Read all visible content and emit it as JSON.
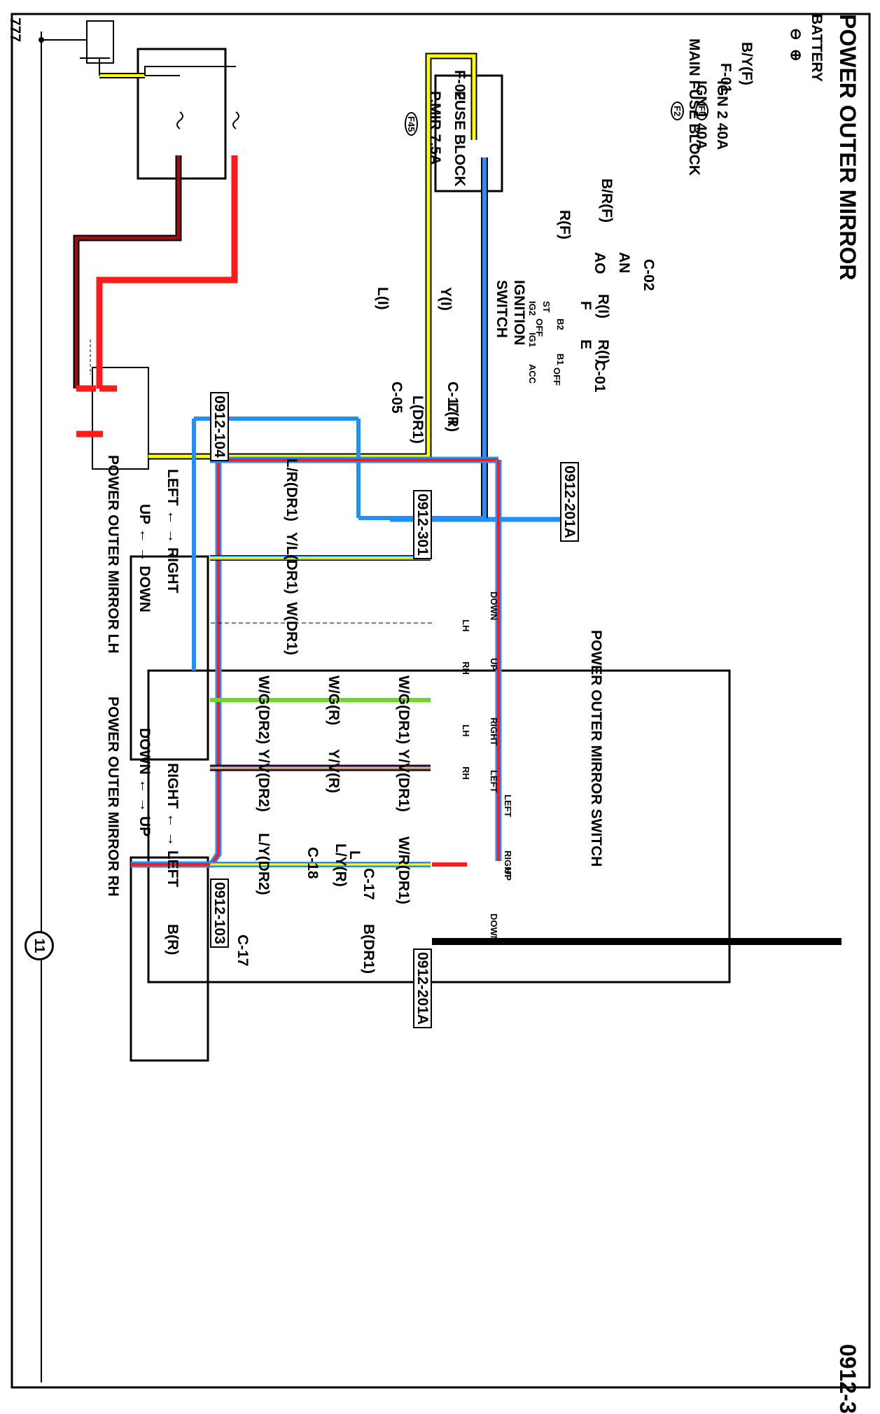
{
  "title": "POWER OUTER MIRROR",
  "page_code": "0912-3",
  "ground_symbol": "777",
  "ground_point": "11",
  "battery": {
    "label": "BATTERY",
    "minus": "⊖",
    "plus": "⊕"
  },
  "main_fuse_block": {
    "label": "MAIN FUSE BLOCK",
    "fuses": [
      {
        "id": "F6",
        "label": "IGN 2 40A"
      },
      {
        "id": "F2",
        "label": "IGN 1 40A"
      }
    ]
  },
  "fuse_block": {
    "label": "FUSE BLOCK",
    "connector": "F-02",
    "fuses": [
      {
        "id": "F45",
        "label": "P.MIR 7.5A"
      }
    ]
  },
  "ignition_switch": {
    "label_line1": "IGNITION",
    "label_line2": "SWITCH",
    "terminals": [
      "ST",
      "IG2",
      "OFF",
      "B2",
      "IG1",
      "B1",
      "OFF",
      "ACC"
    ]
  },
  "connectors": {
    "f01": "F-01",
    "c02": "C-02",
    "an": "AN",
    "ao": "AO",
    "c01": "C-01",
    "term_f": "F",
    "term_e": "E",
    "c17a": "C-17",
    "c17_i": "I",
    "c05": "C-05",
    "c17b": "C-17",
    "c17_l": "L",
    "c18": "C-18",
    "c17c": "C-17"
  },
  "wires": {
    "by_f": "B/Y(F)",
    "br_f": "B/R(F)",
    "r_f": "R(F)",
    "r_i_1": "R(I)",
    "r_i_2": "R(I)",
    "y_i": "Y(I)",
    "l_i": "L(I)",
    "l_r": "L(R)",
    "l_dr1": "L(DR1)",
    "lr_dr1": "L/R(DR1)",
    "yl_dr1": "Y/L(DR1)",
    "w_dr1": "W(DR1)",
    "wg_dr2": "W/G(DR2)",
    "yv_dr2": "Y/V(DR2)",
    "ly_dr2": "L/Y(DR2)",
    "wg_r": "W/G(R)",
    "yv_r": "Y/V(R)",
    "ly_r": "L/Y(R)",
    "wg_dr1": "W/G(DR1)",
    "yv_dr1": "Y/V(DR1)",
    "wr_dr1": "W/R(DR1)",
    "b_dr1": "B(DR1)",
    "b_r": "B(R)"
  },
  "connector_ids": {
    "c201a_top": "0912-201A",
    "c301": "0912-301",
    "c104": "0912-104",
    "c103": "0912-103",
    "c201a_bottom": "0912-201A"
  },
  "switch": {
    "label": "POWER OUTER MIRROR SWITCH",
    "labels": [
      "DOWN",
      "UP",
      "LH",
      "RH",
      "RIGHT",
      "LEFT",
      "LH",
      "RH",
      "LEFT",
      "RIGHT",
      "UP",
      "DOWN"
    ]
  },
  "mirror_lh": {
    "label": "POWER OUTER MIRROR LH",
    "motor_a": "LEFT ← → RIGHT",
    "motor_b": "UP ← → DOWN"
  },
  "mirror_rh": {
    "label": "POWER OUTER MIRROR RH",
    "motor_a": "DOWN ← → UP",
    "motor_b": "RIGHT ← → LEFT"
  },
  "colors": {
    "red": "#ff1a1a",
    "dark_red": "#9a1010",
    "yellow": "#ffff00",
    "blue": "#1e90ff",
    "green": "#66dd22",
    "purple": "#8844cc",
    "black": "#000000"
  }
}
